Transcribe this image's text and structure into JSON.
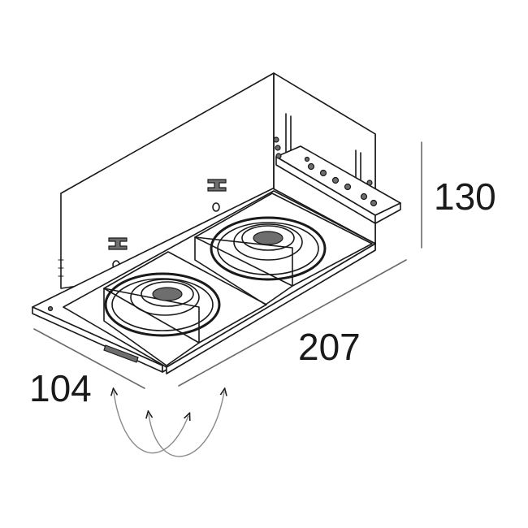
{
  "dimensions": {
    "height": "130",
    "length": "207",
    "width": "104"
  },
  "icons": {
    "tilt_arrows": "double-headed-arc-arrow-icon"
  }
}
